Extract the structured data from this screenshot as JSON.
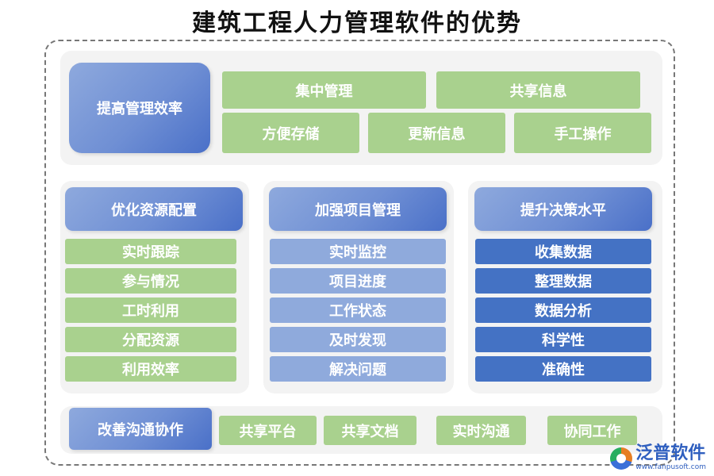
{
  "title": "建筑工程人力管理软件的优势",
  "sections": {
    "efficiency": {
      "heading": "提高管理效率",
      "items": [
        "集中管理",
        "共享信息",
        "方便存储",
        "更新信息",
        "手工操作"
      ]
    },
    "resources": {
      "heading": "优化资源配置",
      "items": [
        "实时跟踪",
        "参与情况",
        "工时利用",
        "分配资源",
        "利用效率"
      ]
    },
    "projects": {
      "heading": "加强项目管理",
      "items": [
        "实时监控",
        "项目进度",
        "工作状态",
        "及时发现",
        "解决问题"
      ]
    },
    "decisions": {
      "heading": "提升决策水平",
      "items": [
        "收集数据",
        "整理数据",
        "数据分析",
        "科学性",
        "准确性"
      ]
    },
    "communication": {
      "heading": "改善沟通协作",
      "items": [
        "共享平台",
        "共享文档",
        "实时沟通",
        "协同工作"
      ]
    }
  },
  "logo": {
    "name": "泛普软件",
    "url": "www.fanpusoft.com"
  },
  "colors": {
    "green": "#a9d18e",
    "light_blue": "#8faadc",
    "dark_blue": "#4472c4",
    "panel": "#f3f3f3"
  }
}
